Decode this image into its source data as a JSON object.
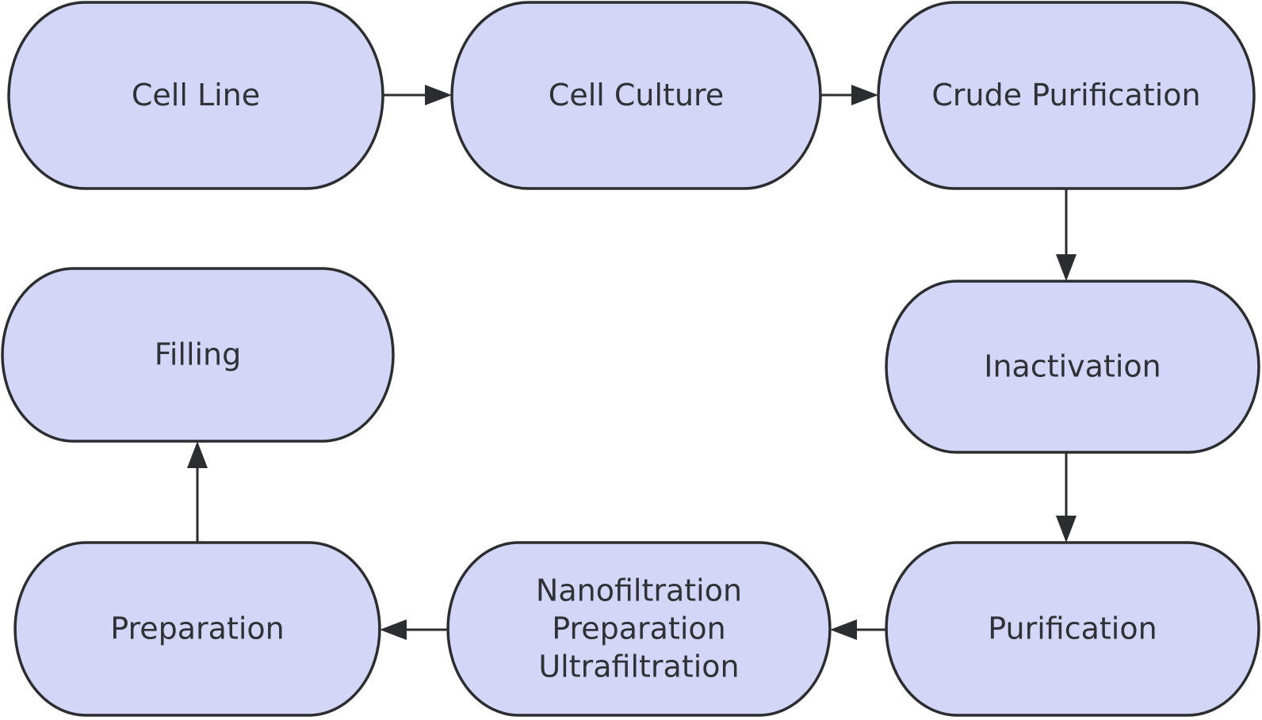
{
  "diagram": {
    "type": "flowchart",
    "colors": {
      "node_fill": "#d3d6f6",
      "node_stroke": "#2b2d30",
      "edge": "#2b2d30",
      "text": "#2f3136",
      "background": "#ffffff"
    },
    "nodes": [
      {
        "id": "cell-line",
        "lines": [
          "Cell Line"
        ]
      },
      {
        "id": "cell-culture",
        "lines": [
          "Cell Culture"
        ]
      },
      {
        "id": "crude-purification",
        "lines": [
          "Crude Purification"
        ]
      },
      {
        "id": "inactivation",
        "lines": [
          "Inactivation"
        ]
      },
      {
        "id": "purification",
        "lines": [
          "Purification"
        ]
      },
      {
        "id": "nanofiltration-preparation-ultrafiltration",
        "lines": [
          "Nanofiltration",
          "Preparation",
          "Ultrafiltration"
        ]
      },
      {
        "id": "preparation",
        "lines": [
          "Preparation"
        ]
      },
      {
        "id": "filling",
        "lines": [
          "Filling"
        ]
      }
    ],
    "edges": [
      {
        "from": "cell-line",
        "to": "cell-culture"
      },
      {
        "from": "cell-culture",
        "to": "crude-purification"
      },
      {
        "from": "crude-purification",
        "to": "inactivation"
      },
      {
        "from": "inactivation",
        "to": "purification"
      },
      {
        "from": "purification",
        "to": "nanofiltration-preparation-ultrafiltration"
      },
      {
        "from": "nanofiltration-preparation-ultrafiltration",
        "to": "preparation"
      },
      {
        "from": "preparation",
        "to": "filling"
      }
    ]
  }
}
